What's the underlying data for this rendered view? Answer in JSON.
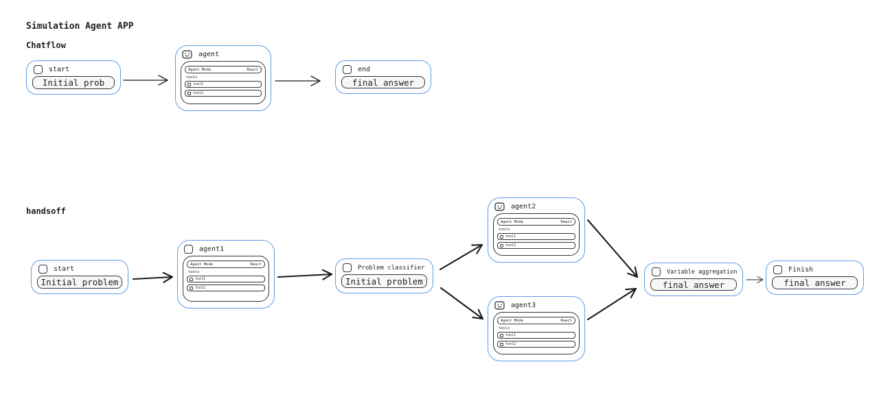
{
  "title": "Simulation Agent APP",
  "colors": {
    "node_border": "#5b9ce6",
    "stroke_dark": "#2f3337",
    "inner_box_bg": "#f7f7f7",
    "arrow": "#17191c",
    "arrow_soft": "#4a4a4a"
  },
  "icons": {
    "agent_face": "robot-face-icon",
    "node_box": "rounded-square-icon",
    "tool": "tool-square-icon"
  },
  "agent_panel": {
    "mode_label": "Agent Mode",
    "mode_value": "React",
    "tools_label": "tools",
    "tools": [
      "tool1",
      "tool2"
    ]
  },
  "chatflow": {
    "heading": "Chatflow",
    "start": {
      "label": "start",
      "value": "Initial prob"
    },
    "agent": {
      "label": "agent"
    },
    "end": {
      "label": "end",
      "value": "final answer"
    }
  },
  "handsoff": {
    "heading": "handsoff",
    "start": {
      "label": "start",
      "value": "Initial problem"
    },
    "agent1": {
      "label": "agent1"
    },
    "classifier": {
      "label": "Problem classifier",
      "value": "Initial problem"
    },
    "agent2": {
      "label": "agent2"
    },
    "agent3": {
      "label": "agent3"
    },
    "aggregation": {
      "label": "Variable aggregation",
      "value": "final answer"
    },
    "finish": {
      "label": "Finish",
      "value": "final answer"
    }
  }
}
